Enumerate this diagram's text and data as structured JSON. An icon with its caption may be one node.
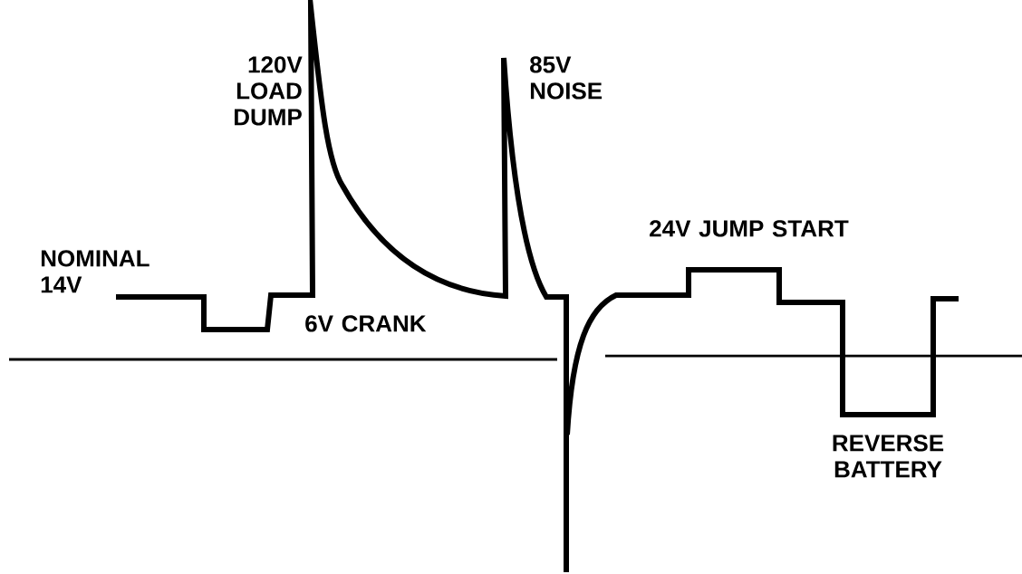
{
  "diagram": {
    "labels": [
      "120V LOAD DUMP",
      "85V NOISE",
      "NOMINAL 14V",
      "24V JUMP START",
      "6V CRANK",
      "REVERSE BATTERY"
    ]
  }
}
